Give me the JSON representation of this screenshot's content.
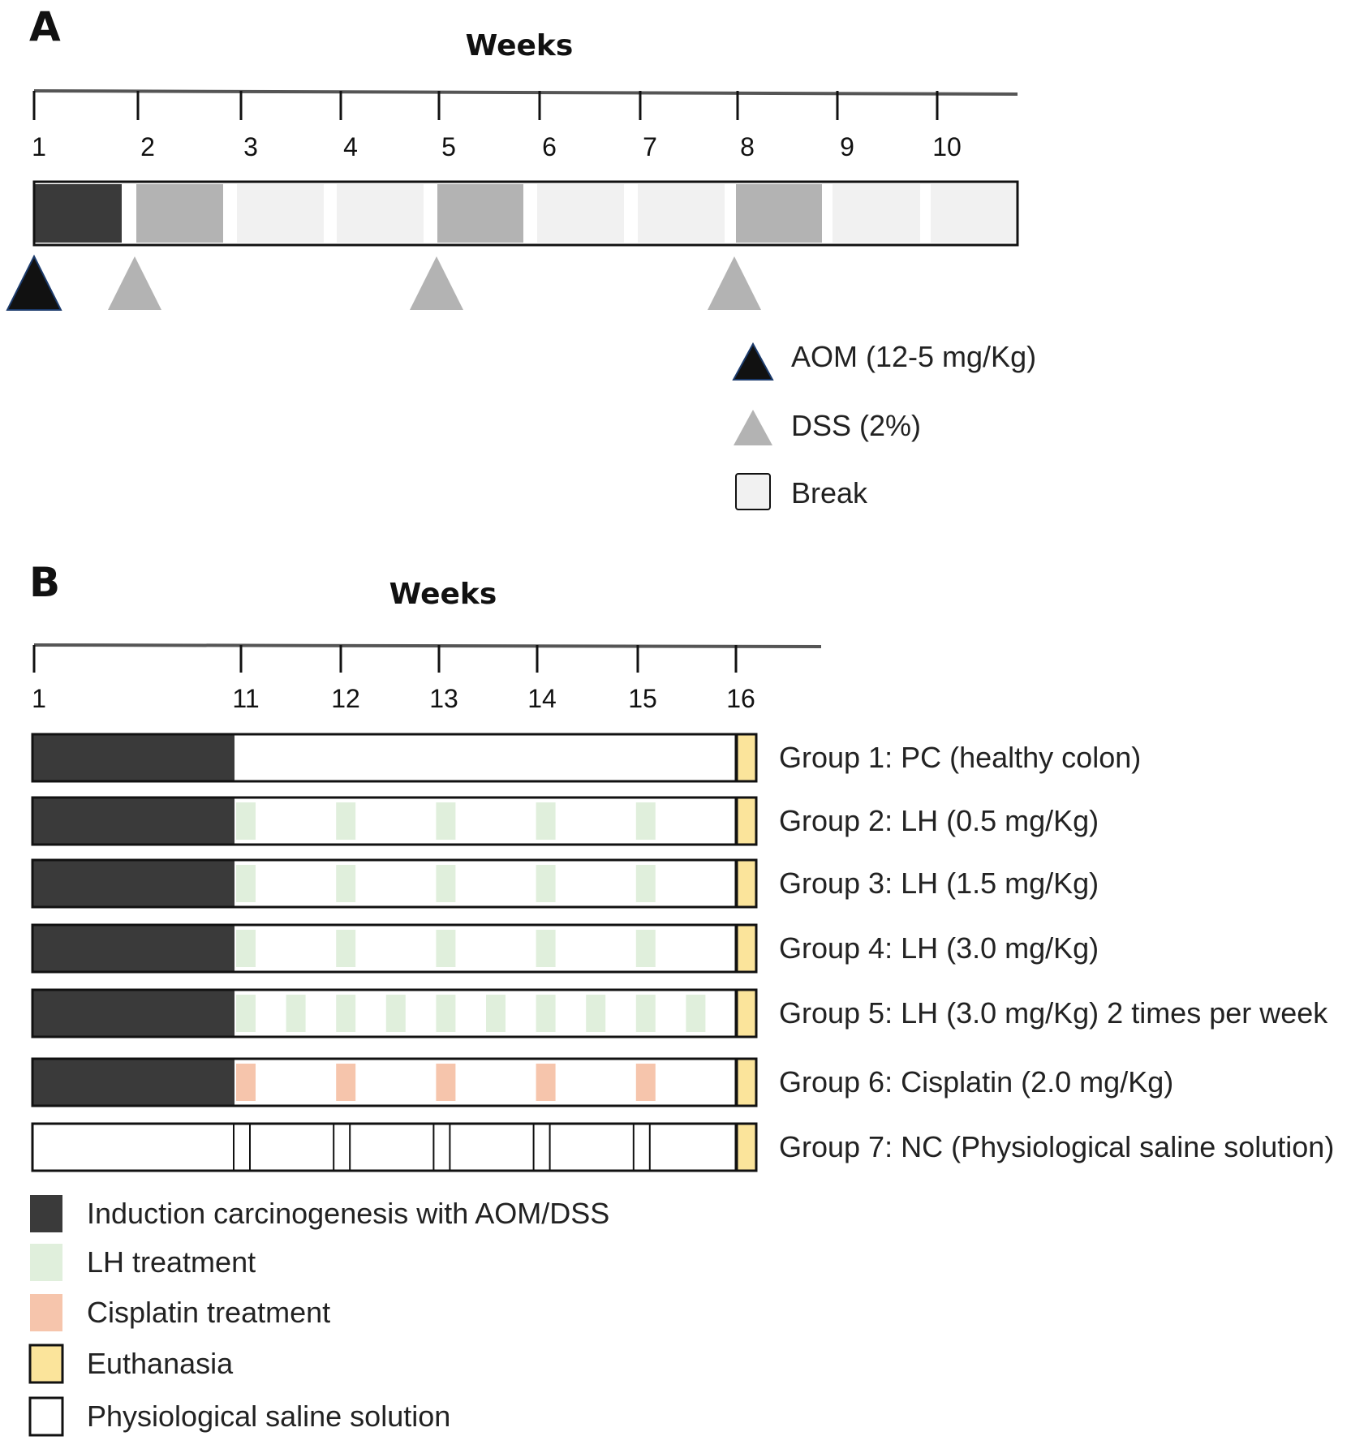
{
  "panel_a": {
    "letter": "A",
    "axis_title": "Weeks",
    "ticks": [
      "1",
      "2",
      "3",
      "4",
      "5",
      "6",
      "7",
      "8",
      "9",
      "10"
    ],
    "timeline": [
      {
        "week": 1,
        "kind": "aom"
      },
      {
        "week": 2,
        "kind": "dss"
      },
      {
        "week": 3,
        "kind": "break"
      },
      {
        "week": 4,
        "kind": "break"
      },
      {
        "week": 5,
        "kind": "dss"
      },
      {
        "week": 6,
        "kind": "break"
      },
      {
        "week": 7,
        "kind": "break"
      },
      {
        "week": 8,
        "kind": "dss"
      },
      {
        "week": 9,
        "kind": "break"
      },
      {
        "week": 10,
        "kind": "break"
      }
    ],
    "markers": [
      {
        "week": 1,
        "kind": "aom"
      },
      {
        "week": 2,
        "kind": "dss"
      },
      {
        "week": 5,
        "kind": "dss"
      },
      {
        "week": 8,
        "kind": "dss"
      }
    ],
    "legend": [
      {
        "kind": "aom",
        "label": "AOM (12-5 mg/Kg)"
      },
      {
        "kind": "dss",
        "label": "DSS (2%)"
      },
      {
        "kind": "break",
        "label": "Break"
      }
    ]
  },
  "panel_b": {
    "letter": "B",
    "axis_title": "Weeks",
    "ticks": [
      "1",
      "11",
      "12",
      "13",
      "14",
      "15",
      "16"
    ],
    "groups": [
      {
        "label": "Group 1: PC (healthy colon)",
        "induction": true,
        "treatment": "none",
        "treatments_per_week": 0
      },
      {
        "label": "Group 2: LH (0.5 mg/Kg)",
        "induction": true,
        "treatment": "lh",
        "treatments_per_week": 1
      },
      {
        "label": "Group 3: LH (1.5 mg/Kg)",
        "induction": true,
        "treatment": "lh",
        "treatments_per_week": 1
      },
      {
        "label": "Group 4: LH (3.0 mg/Kg)",
        "induction": true,
        "treatment": "lh",
        "treatments_per_week": 1
      },
      {
        "label": "Group 5: LH (3.0 mg/Kg) 2 times per week",
        "induction": true,
        "treatment": "lh",
        "treatments_per_week": 2
      },
      {
        "label": "Group 6: Cisplatin (2.0 mg/Kg)",
        "induction": true,
        "treatment": "cisplatin",
        "treatments_per_week": 1
      },
      {
        "label": "Group 7: NC (Physiological saline solution)",
        "induction": false,
        "treatment": "saline",
        "treatments_per_week": 1
      }
    ],
    "legend": [
      {
        "kind": "induction",
        "label": "Induction carcinogenesis with AOM/DSS"
      },
      {
        "kind": "lh",
        "label": "LH treatment"
      },
      {
        "kind": "cisplatin",
        "label": "Cisplatin treatment"
      },
      {
        "kind": "euthanasia",
        "label": "Euthanasia"
      },
      {
        "kind": "saline",
        "label": "Physiological saline solution"
      }
    ]
  },
  "colors": {
    "induction": "#3a3a3a",
    "aom": "#111111",
    "dss": "#b3b3b3",
    "break": "#f1f1f1",
    "lh": "#e0efdc",
    "cisplatin": "#f6c5ac",
    "euthanasia": "#fbe49b",
    "saline": "#ffffff",
    "axis": "#555555",
    "outline": "#111111"
  }
}
